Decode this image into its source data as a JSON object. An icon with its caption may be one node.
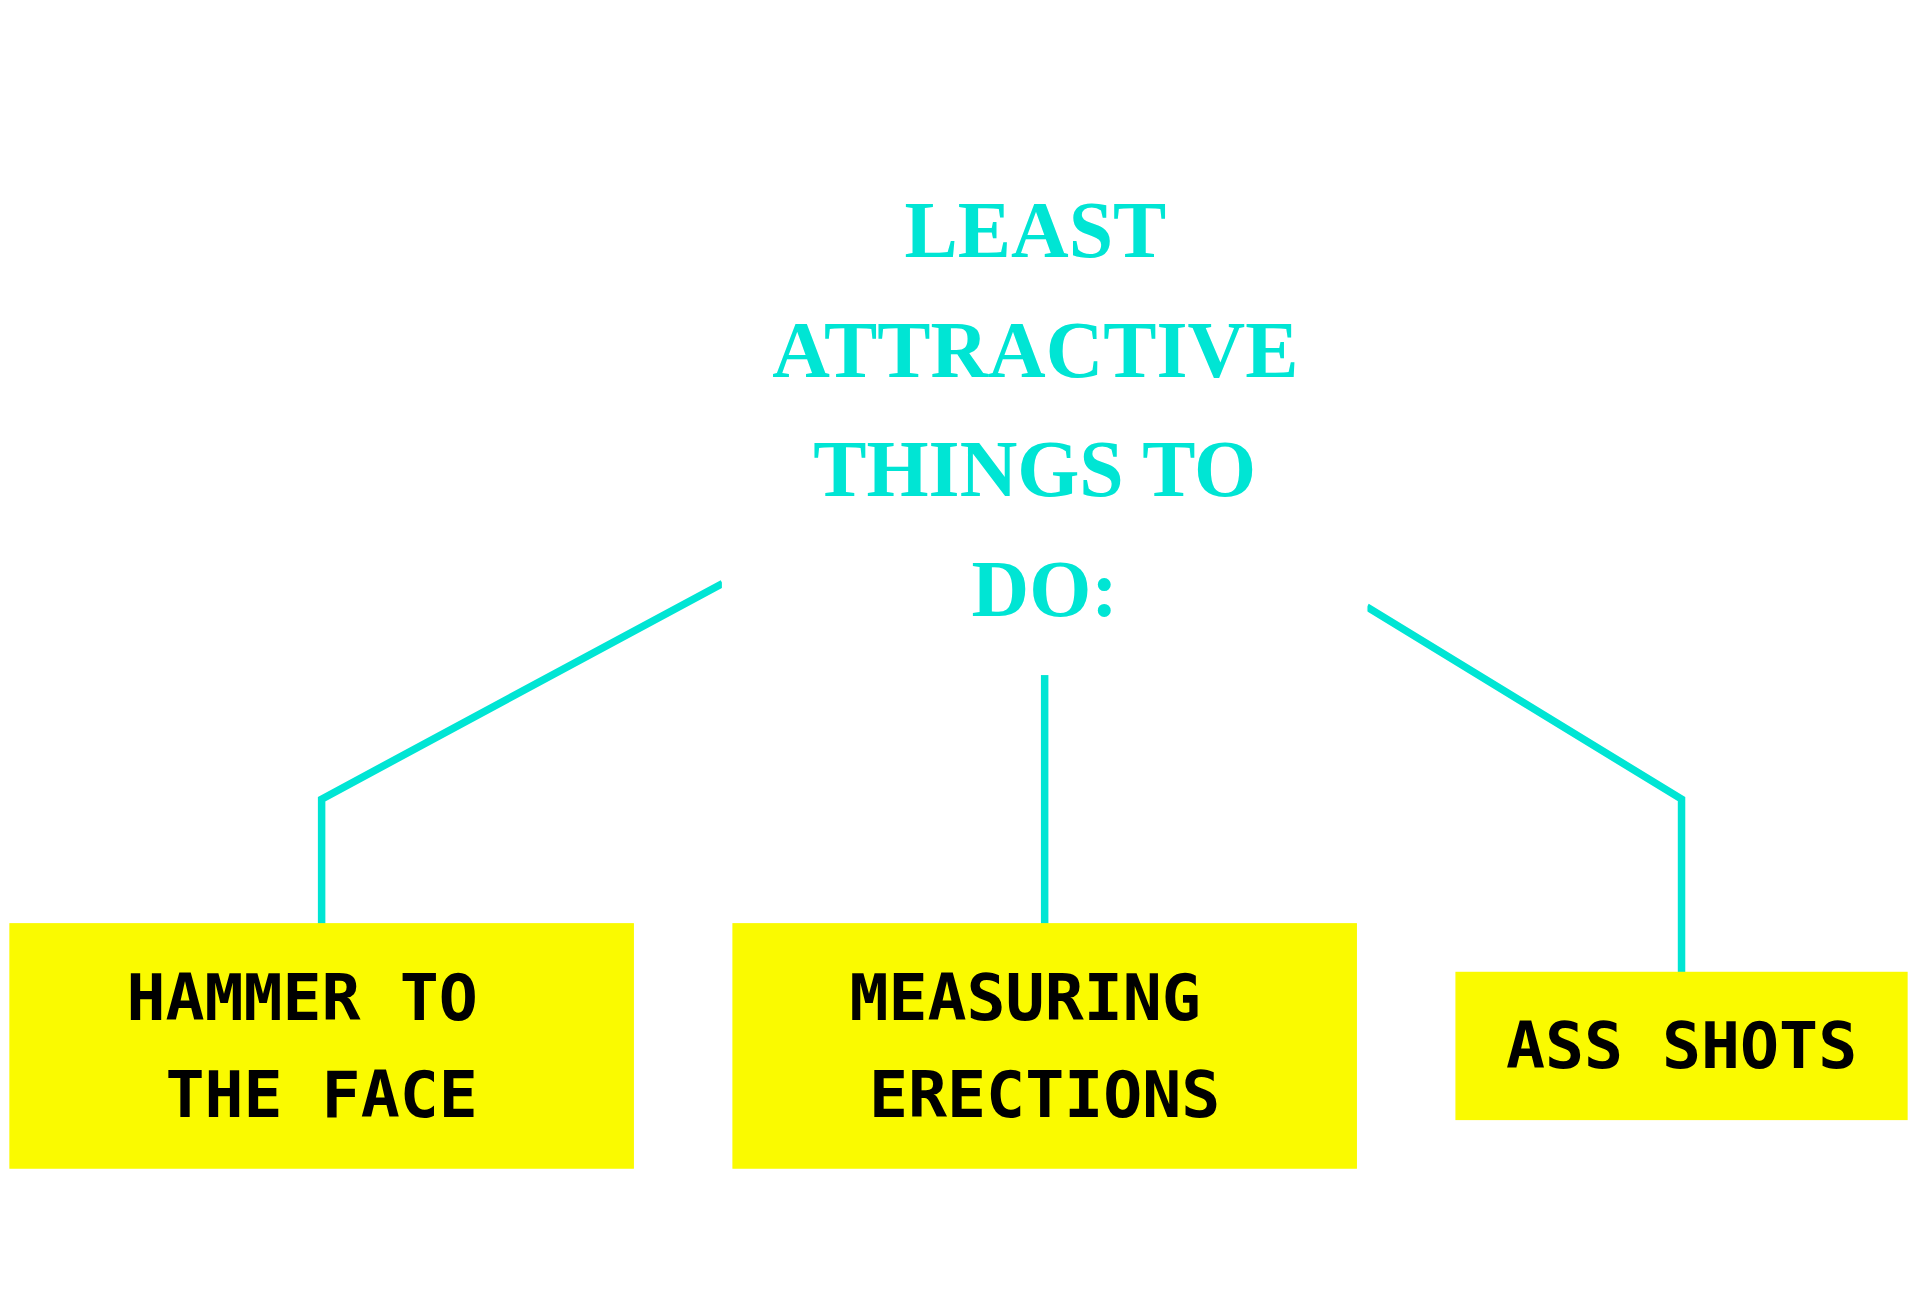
{
  "diagram": {
    "nodes": [
      {
        "text": [
          "LEAST ATTRACTIVE THINGS TO DO:"
        ]
      },
      {
        "text": [
          "HAMMER TO THE FACE"
        ]
      },
      {
        "text": [
          "MEASURING ERECTIONS"
        ]
      },
      {
        "text": [
          "ASS SHOTS"
        ]
      }
    ],
    "edges": [
      {
        "from": 0,
        "to": 1,
        "arrow": "none"
      },
      {
        "from": 0,
        "to": 2,
        "arrow": "none"
      },
      {
        "from": 0,
        "to": 3,
        "arrow": "none"
      }
    ]
  }
}
